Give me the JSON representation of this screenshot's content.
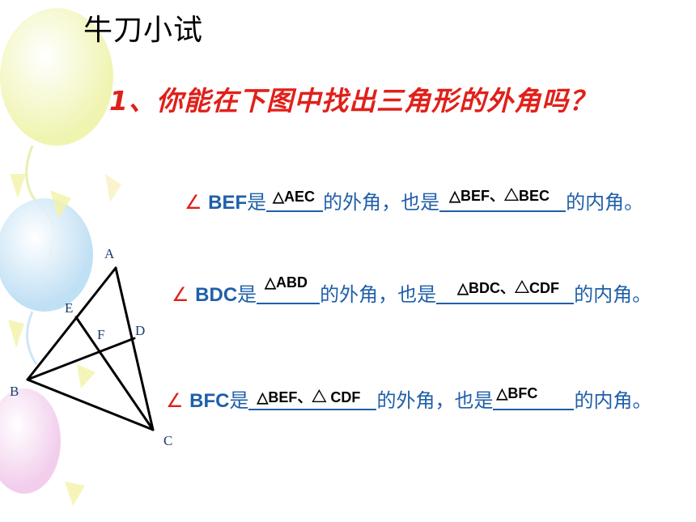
{
  "title": "牛刀小试",
  "question": "1、你能在下图中找出三角形的外角吗？",
  "angle_symbol": "∠",
  "rows": [
    {
      "angle": "BEF",
      "pre": "是",
      "answer1": "△AEC",
      "mid": "的外角，也是",
      "answer2": "△BEF、△BEC",
      "post": "的内角。"
    },
    {
      "angle": "BDC",
      "pre": "是",
      "answer1": "△ABD",
      "mid": "的外角，也是",
      "answer2": "△BDC、△CDF",
      "post": "的内角。"
    },
    {
      "angle": "BFC",
      "pre": "是",
      "answer1": "△BEF、△ CDF",
      "mid": "的外角，也是",
      "answer2": "△BFC",
      "post": "的内角。"
    }
  ],
  "figure": {
    "labels": {
      "A": "A",
      "B": "B",
      "C": "C",
      "D": "D",
      "E": "E",
      "F": "F"
    }
  },
  "colors": {
    "question": "#e0201a",
    "text": "#1f5fa8",
    "angle": "#e0201a"
  }
}
